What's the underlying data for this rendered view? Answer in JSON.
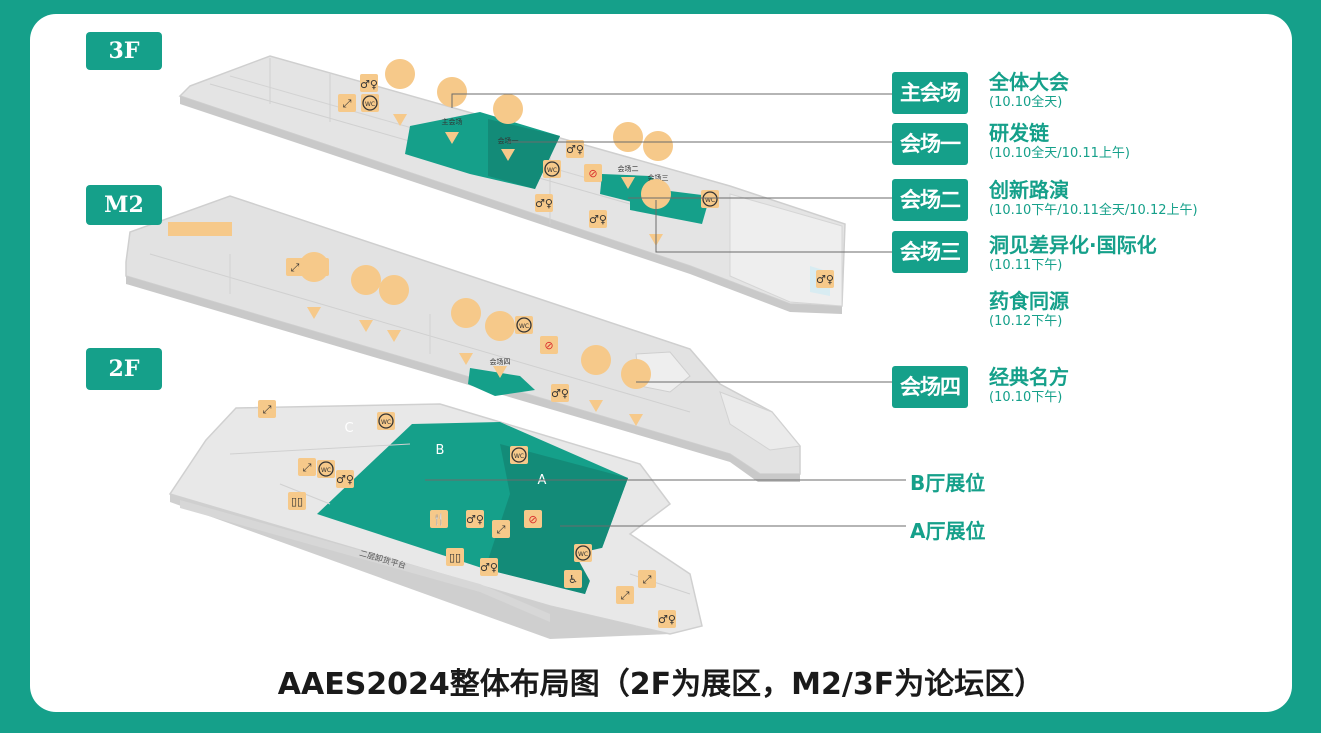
{
  "floors": {
    "f3": "3F",
    "m2": "M2",
    "f2": "2F"
  },
  "map_labels": {
    "main_hall": "主会场",
    "hall_1": "会场一",
    "hall_2": "会场二",
    "hall_3": "会场三",
    "hall_4": "会场四",
    "zone_a": "A",
    "zone_b": "B",
    "zone_c": "C",
    "platform": "二层卸货平台",
    "wc": "WC"
  },
  "venues": [
    {
      "tag": "主会场",
      "name": "全体大会",
      "time": "(10.10全天)"
    },
    {
      "tag": "会场一",
      "name": "研发链",
      "time": "(10.10全天/10.11上午)"
    },
    {
      "tag": "会场二",
      "name": "创新路演",
      "time": "(10.10下午/10.11全天/10.12上午)"
    },
    {
      "tag": "会场三",
      "name": "洞见差异化·国际化",
      "time": "(10.11下午)"
    },
    {
      "tag": "",
      "name": "药食同源",
      "time": "(10.12下午)"
    },
    {
      "tag": "会场四",
      "name": "经典名方",
      "time": "(10.10下午)"
    }
  ],
  "halls": {
    "b": "B厅展位",
    "a": "A厅展位"
  },
  "caption": "AAES2024整体布局图（2F为展区，M2/3F为论坛区）",
  "colors": {
    "teal": "#15a08a",
    "marker": "#f6c98a",
    "floor_gray": "#e6e6e6"
  },
  "icons": [
    "restroom-icon",
    "escalator-icon",
    "wc-icon",
    "dining-icon",
    "elevator-icon",
    "no-smoking-icon",
    "location-marker-icon"
  ]
}
